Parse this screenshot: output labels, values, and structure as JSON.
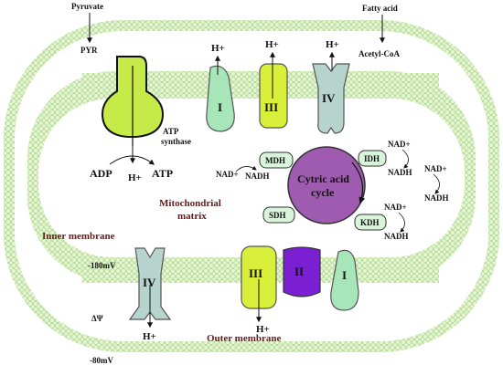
{
  "labels": {
    "pyruvate": "Pyruvate",
    "pyr": "PYR",
    "fatty_acid": "Fatty acid",
    "acetyl_coa": "Acetyl-CoA",
    "atp_synthase_line1": "ATP",
    "atp_synthase_line2": "synthase",
    "adp": "ADP",
    "atp": "ATP",
    "h_plus": "H+",
    "complex_I": "I",
    "complex_II": "II",
    "complex_III": "III",
    "complex_IV": "IV",
    "mito_matrix_line1": "Mitochondrial",
    "mito_matrix_line2": "matrix",
    "inner_membrane": "Inner membrane",
    "outer_membrane": "Outer membrane",
    "cycle_line1": "Cytric acid",
    "cycle_line2": "cycle",
    "mdh": "MDH",
    "idh": "IDH",
    "sdh": "SDH",
    "kdh": "KDH",
    "nad_plus": "NAD+",
    "nadh": "NADH",
    "potential_top": "-180mV",
    "delta_psi": "ΔΨ",
    "potential_bottom": "-80mV"
  },
  "colors": {
    "membrane_fill": "#e9f5d6",
    "membrane_bead": "#bfe3a3",
    "complex_I": "#a6e6b8",
    "complex_II": "#7a1fd1",
    "complex_III": "#d9f03a",
    "complex_IV": "#b6d3cd",
    "atp_synthase": "#c6ea48",
    "cycle": "#9e5bb0",
    "enzyme_box": "#d8f5dc",
    "text_maroon": "#6b1a1a"
  }
}
